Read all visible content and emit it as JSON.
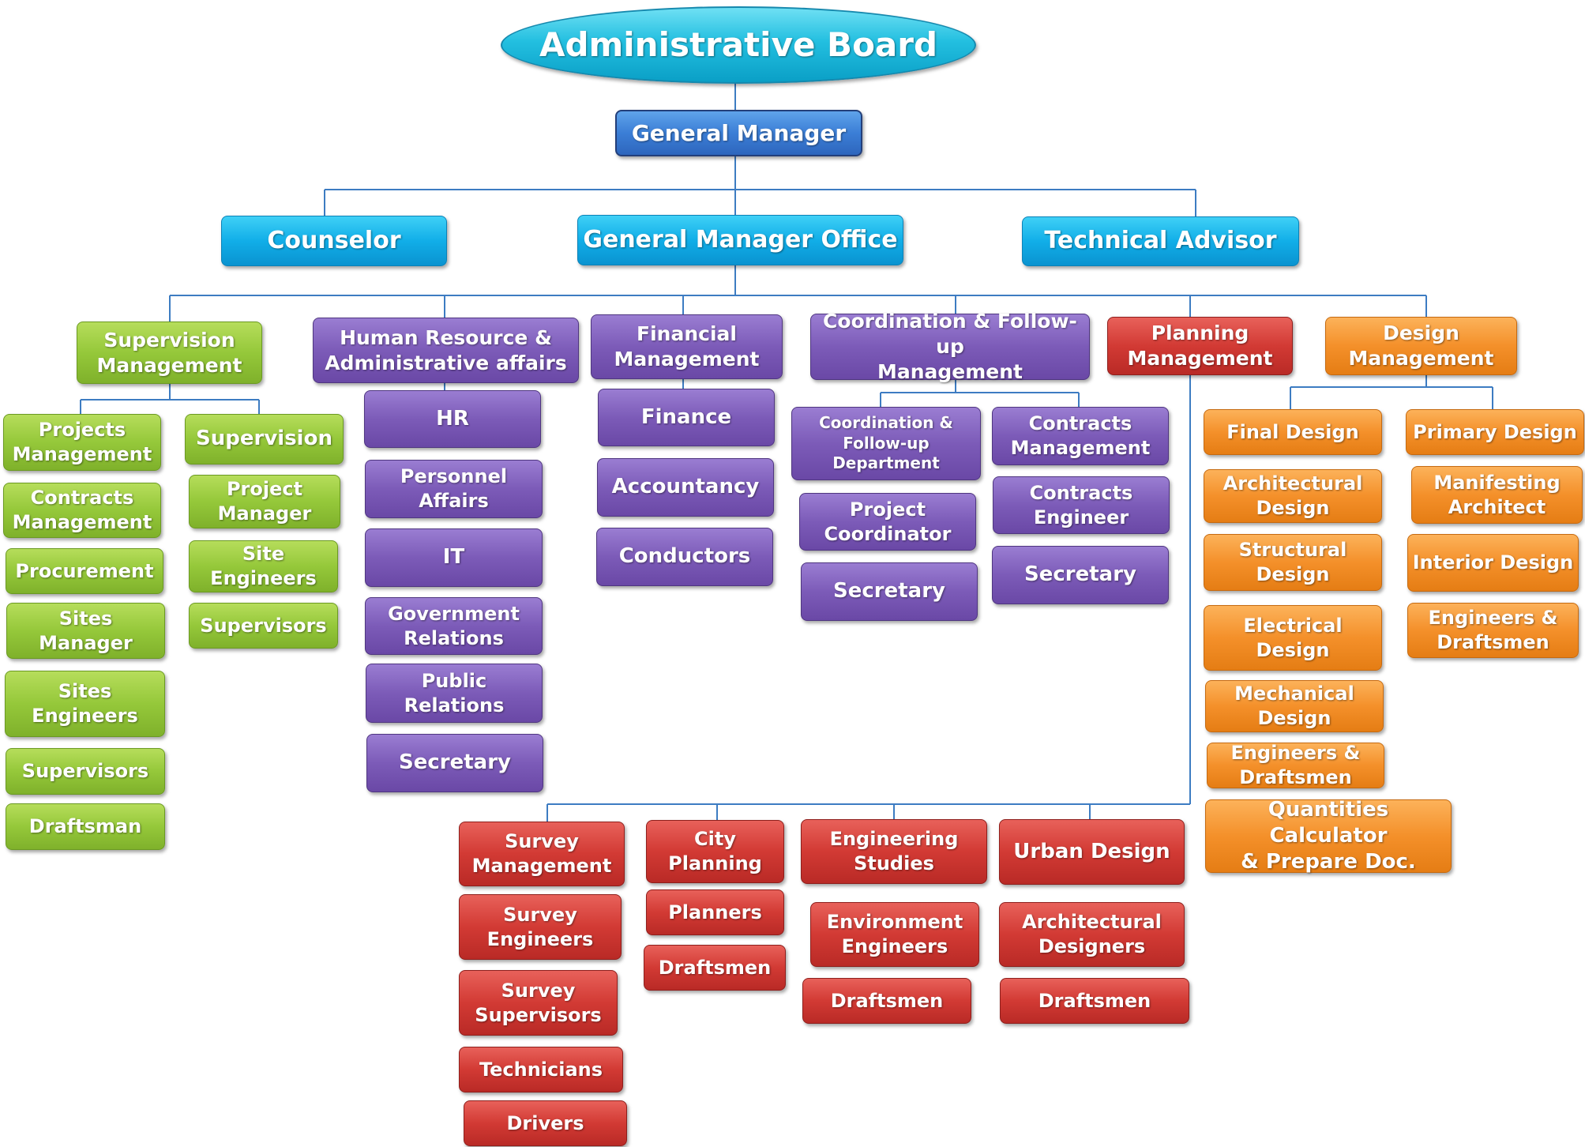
{
  "colors": {
    "connector": "#3d7cc2",
    "root": "#23bfe0",
    "general_manager": "#3b7ed6",
    "staff": "#11aee8",
    "supervision": "#95c83a",
    "administrative": "#7c5bb8",
    "planning": "#d23a34",
    "design": "#f4902a"
  },
  "nodes": {
    "administrative_board": "Administrative Board",
    "general_manager": "General Manager",
    "counselor": "Counselor",
    "general_manager_office": "General Manager Office",
    "technical_advisor": "Technical Advisor",
    "supervision_management": "Supervision\nManagement",
    "projects_management": "Projects\nManagement",
    "contracts_management_green": "Contracts\nManagement",
    "procurement": "Procurement",
    "sites_manager": "Sites\nManager",
    "sites_engineers": "Sites\nEngineers",
    "supervisors_green_left": "Supervisors",
    "draftsman": "Draftsman",
    "supervision": "Supervision",
    "project_manager": "Project\nManager",
    "site_engineers": "Site\nEngineers",
    "supervisors_green_right": "Supervisors",
    "hr_admin_affairs": "Human Resource &\nAdministrative affairs",
    "hr": "HR",
    "personnel_affairs": "Personnel\nAffairs",
    "it": "IT",
    "government_relations": "Government\nRelations",
    "public_relations": "Public\nRelations",
    "secretary_hr": "Secretary",
    "financial_management": "Financial\nManagement",
    "finance": "Finance",
    "accountancy": "Accountancy",
    "conductors": "Conductors",
    "coordination_management": "Coordination & Follow-up\nManagement",
    "coordination_department": "Coordination &\nFollow-up\nDepartment",
    "project_coordinator": "Project\nCoordinator",
    "secretary_coord": "Secretary",
    "contracts_management_purple": "Contracts\nManagement",
    "contracts_engineer": "Contracts\nEngineer",
    "secretary_contracts": "Secretary",
    "planning_management": "Planning\nManagement",
    "survey_management": "Survey\nManagement",
    "survey_engineers": "Survey\nEngineers",
    "survey_supervisors": "Survey\nSupervisors",
    "technicians": "Technicians",
    "drivers": "Drivers",
    "city_planning": "City\nPlanning",
    "planners": "Planners",
    "draftsmen_city": "Draftsmen",
    "engineering_studies": "Engineering\nStudies",
    "environment_engineers": "Environment\nEngineers",
    "draftsmen_eng": "Draftsmen",
    "urban_design": "Urban Design",
    "architectural_designers": "Architectural\nDesigners",
    "draftsmen_urban": "Draftsmen",
    "design_management": "Design\nManagement",
    "final_design": "Final Design",
    "architectural_design": "Architectural\nDesign",
    "structural_design": "Structural\nDesign",
    "electrical_design": "Electrical\nDesign",
    "mechanical_design": "Mechanical\nDesign",
    "engineers_draftsmen_final": "Engineers &\nDraftsmen",
    "quantities_calculator": "Quantities Calculator\n&  Prepare Doc.",
    "primary_design": "Primary Design",
    "manifesting_architect": "Manifesting\nArchitect",
    "interior_design": "Interior Design",
    "engineers_draftsmen_primary": "Engineers &\nDraftsmen"
  }
}
